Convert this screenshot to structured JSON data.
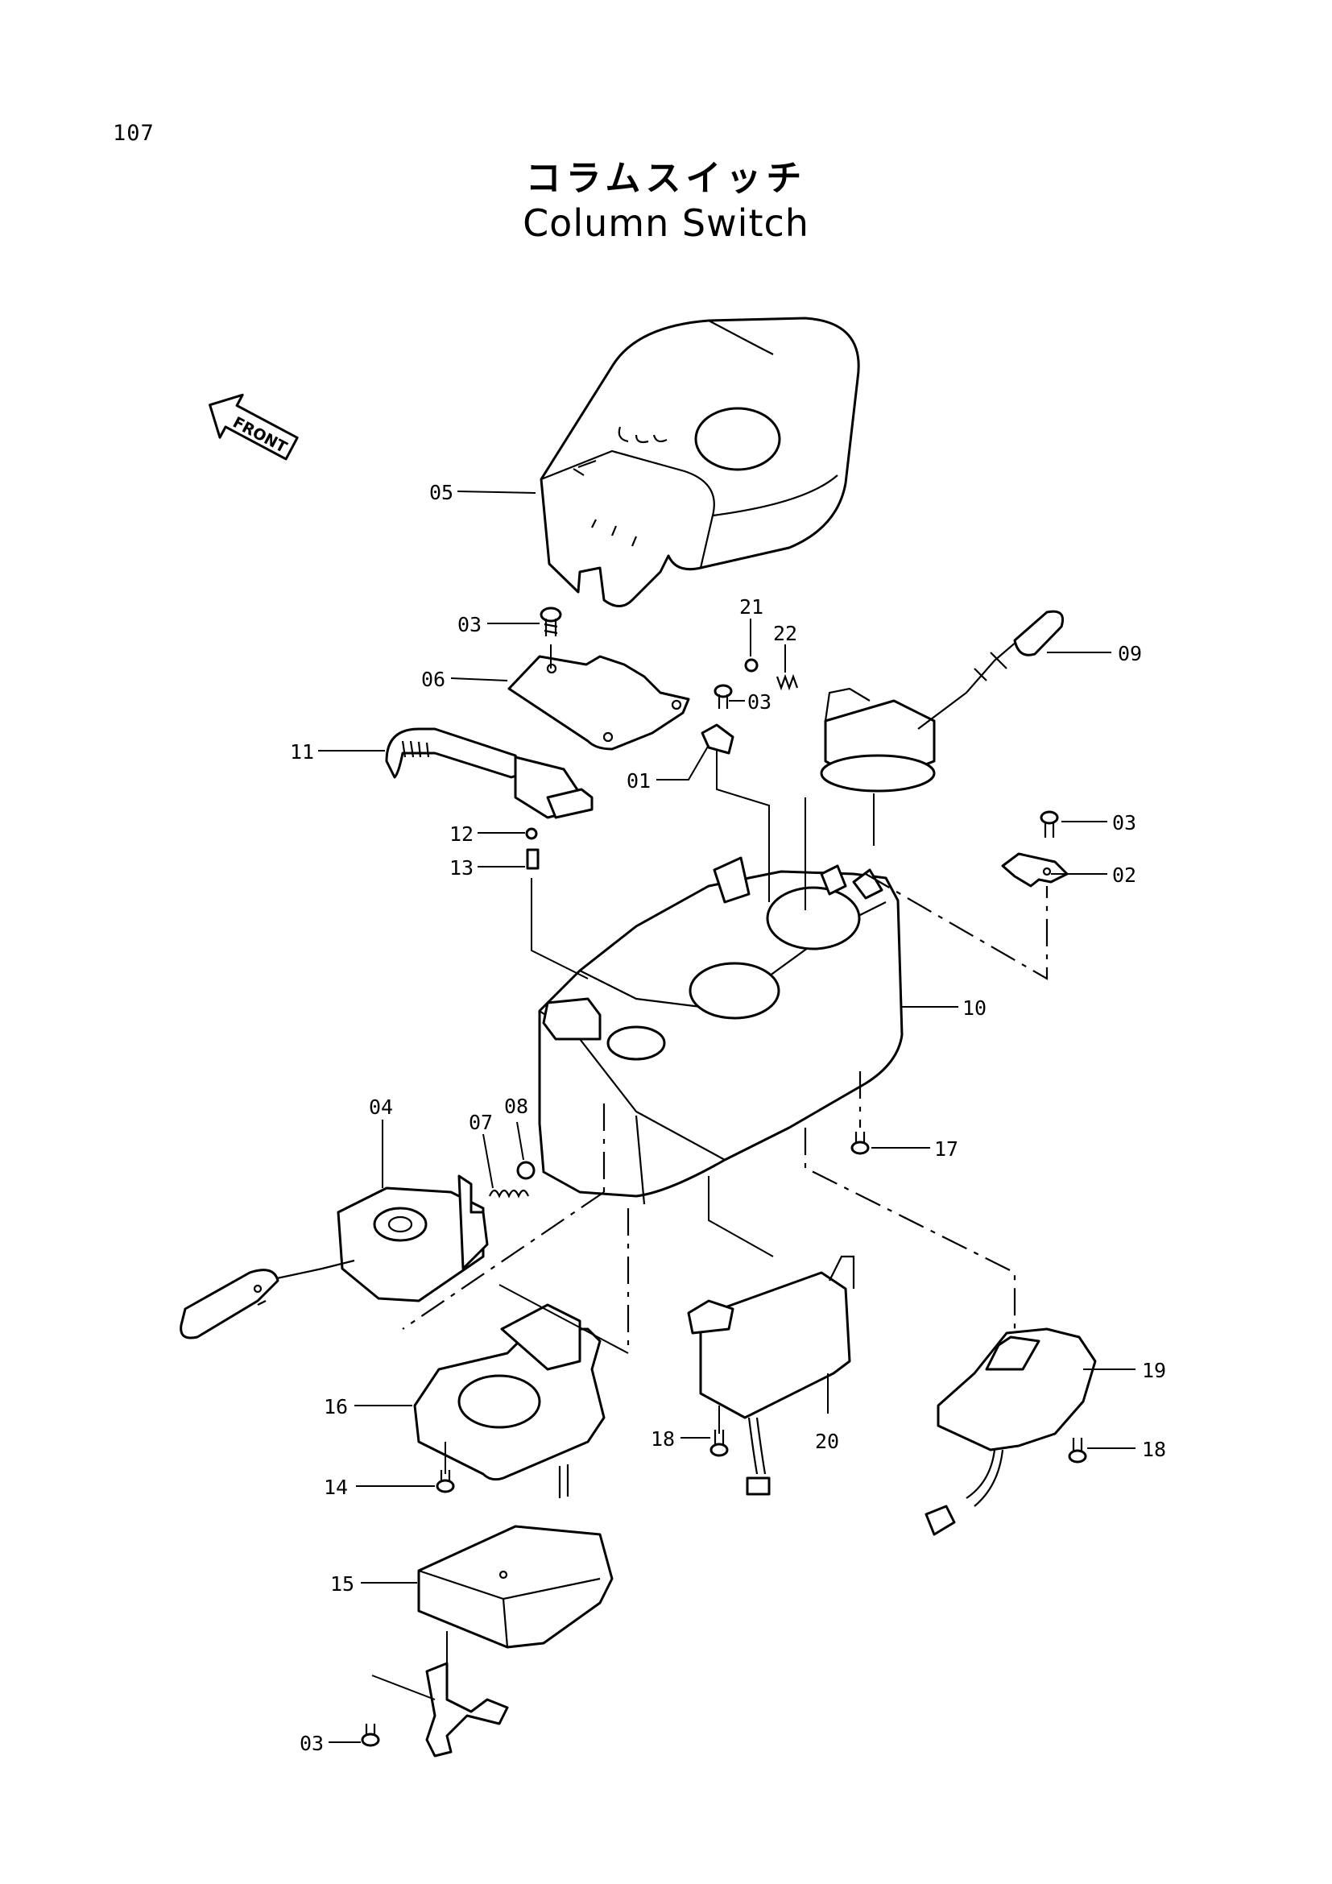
{
  "page_number": "107",
  "title_jp": "コラムスイッチ",
  "title_en": "Column Switch",
  "front_marker": "FRONT",
  "callouts": [
    {
      "id": "05"
    },
    {
      "id": "03"
    },
    {
      "id": "06"
    },
    {
      "id": "21"
    },
    {
      "id": "22"
    },
    {
      "id": "09"
    },
    {
      "id": "03"
    },
    {
      "id": "11"
    },
    {
      "id": "01"
    },
    {
      "id": "03"
    },
    {
      "id": "12"
    },
    {
      "id": "13"
    },
    {
      "id": "02"
    },
    {
      "id": "10"
    },
    {
      "id": "04"
    },
    {
      "id": "07"
    },
    {
      "id": "08"
    },
    {
      "id": "17"
    },
    {
      "id": "19"
    },
    {
      "id": "16"
    },
    {
      "id": "18"
    },
    {
      "id": "20"
    },
    {
      "id": "18"
    },
    {
      "id": "14"
    },
    {
      "id": "15"
    },
    {
      "id": "03"
    }
  ]
}
